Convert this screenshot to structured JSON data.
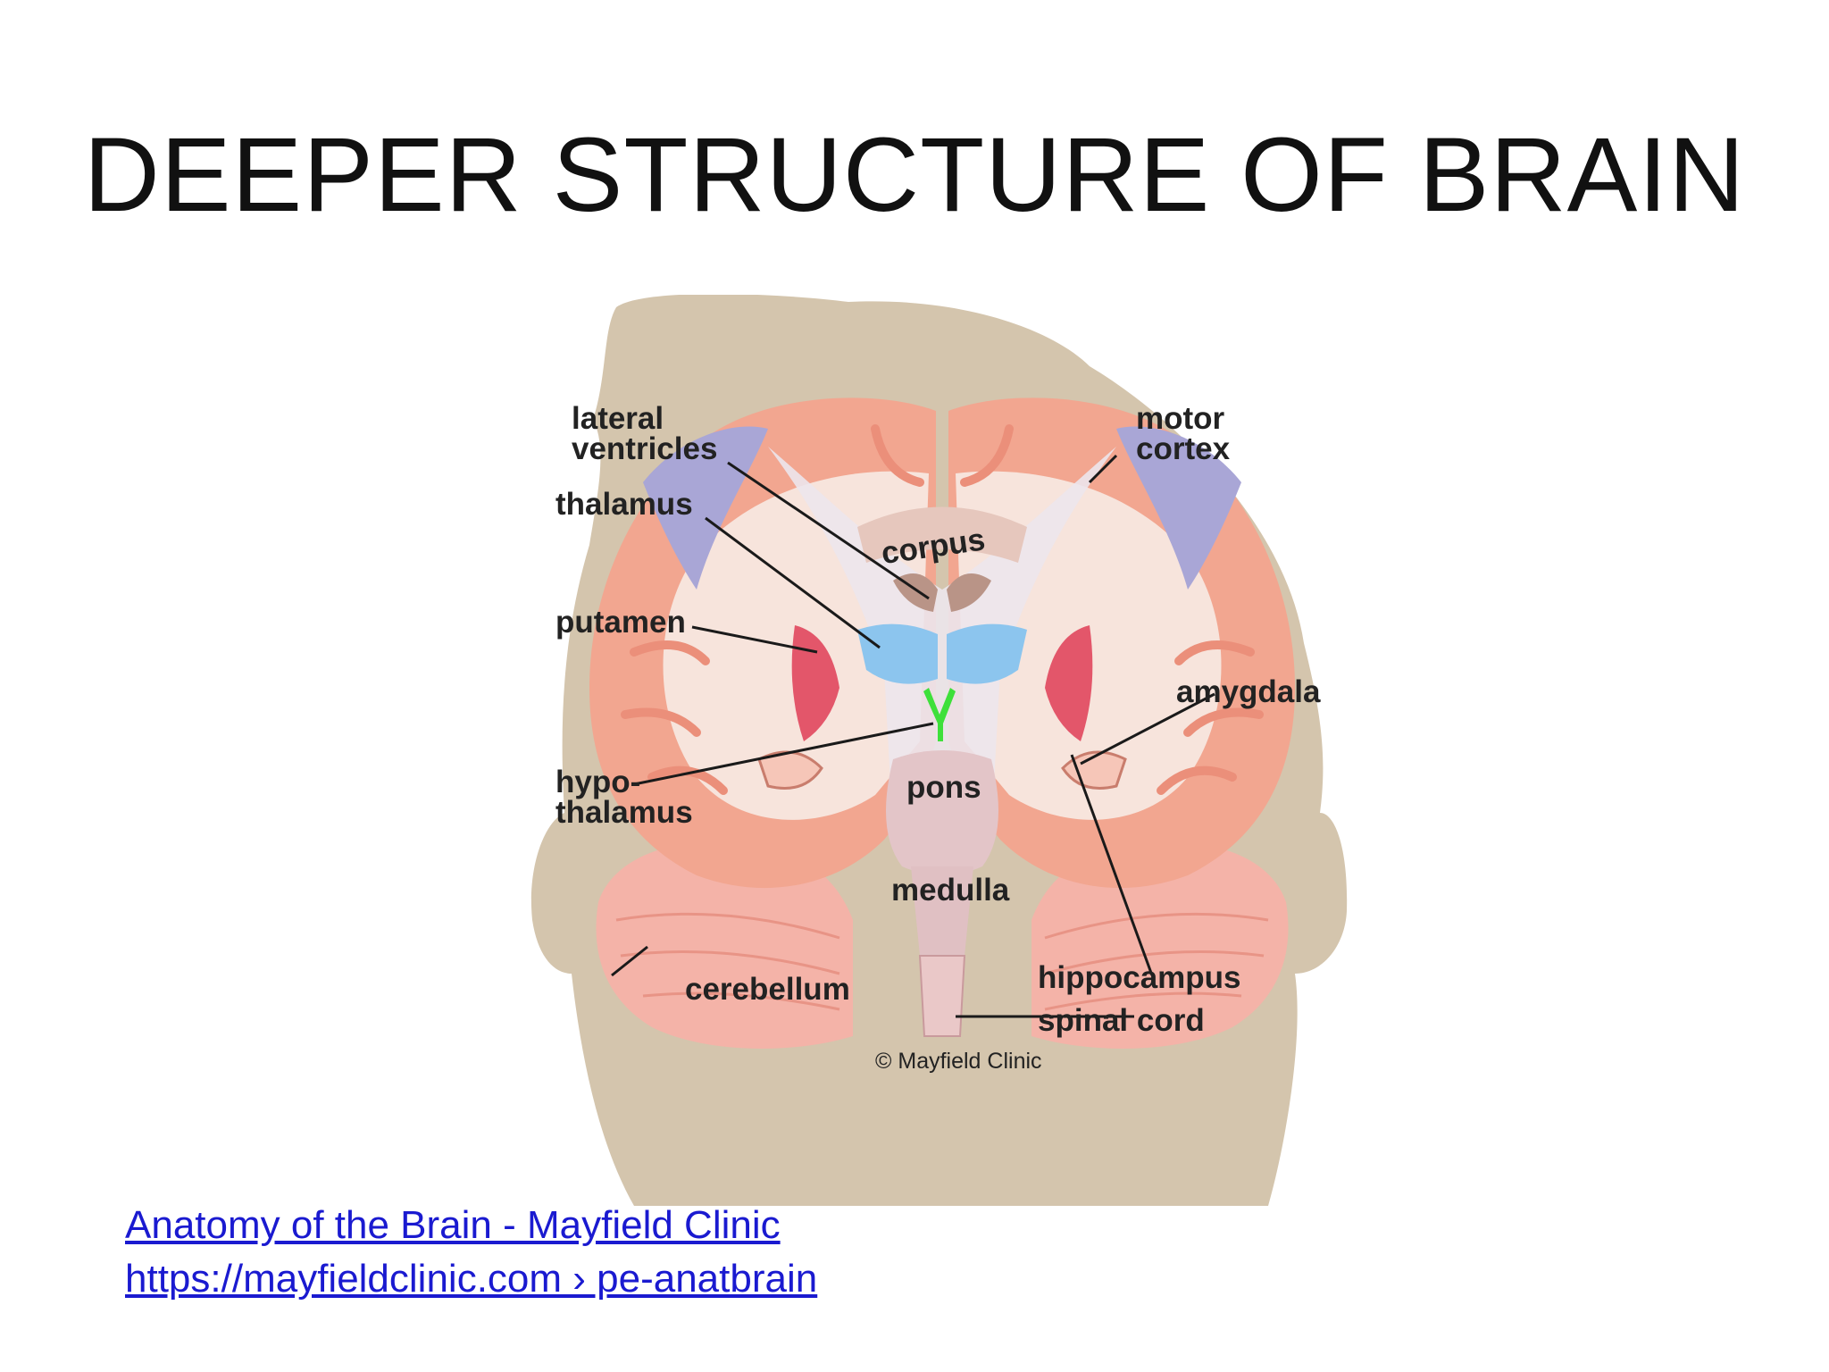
{
  "slide": {
    "title": "DEEPER STRUCTURE OF BRAIN"
  },
  "diagram": {
    "labels": {
      "lateral_ventricles_1": "lateral",
      "lateral_ventricles_2": "ventricles",
      "motor_cortex_1": "motor",
      "motor_cortex_2": "cortex",
      "thalamus": "thalamus",
      "corpus": "corpus",
      "putamen": "putamen",
      "amygdala": "amygdala",
      "hypothalamus_1": "hypo-",
      "hypothalamus_2": "thalamus",
      "pons": "pons",
      "medulla": "medulla",
      "cerebellum": "cerebellum",
      "hippocampus": "hippocampus",
      "spinal_cord": "spinal cord"
    },
    "credit": "© Mayfield Clinic",
    "colors": {
      "head": "#d4c5ad",
      "cortex": "#f2a690",
      "white_matter": "#f7e4dc",
      "motor_cortex": "#a9a6d6",
      "thalamus": "#8cc5ee",
      "putamen": "#e3566a",
      "hypothalamus": "#3ee03a"
    }
  },
  "source": {
    "link_title": "Anatomy of the Brain - Mayfield Clinic",
    "link_url": "https://mayfieldclinic.com › pe-anatbrain"
  }
}
